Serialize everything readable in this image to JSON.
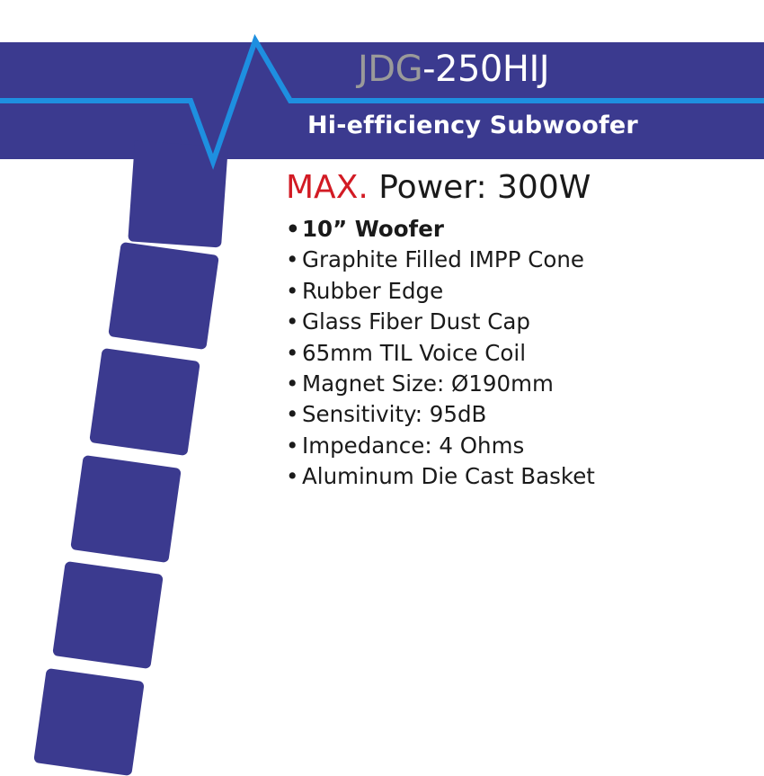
{
  "header": {
    "model_prefix": "JDG",
    "model_suffix": "-250HIJ",
    "subtitle": "Hi-efficiency Subwoofer"
  },
  "power": {
    "label_highlight": "MAX.",
    "label_rest": " Power: 300W"
  },
  "features": [
    "10” Woofer",
    "Graphite Filled IMPP Cone",
    "Rubber Edge",
    "Glass Fiber Dust Cap",
    "65mm TIL Voice Coil",
    "Magnet Size: Ø190mm",
    "Sensitivity: 95dB",
    "Impedance: 4 Ohms",
    "Aluminum Die Cast Basket"
  ],
  "bullet_symbol": "•",
  "colors": {
    "banner": "#3b3a8f",
    "pulse_line": "#1e8fe0",
    "max_red": "#d21b24",
    "model_prefix_gray": "#9a9a9a"
  }
}
